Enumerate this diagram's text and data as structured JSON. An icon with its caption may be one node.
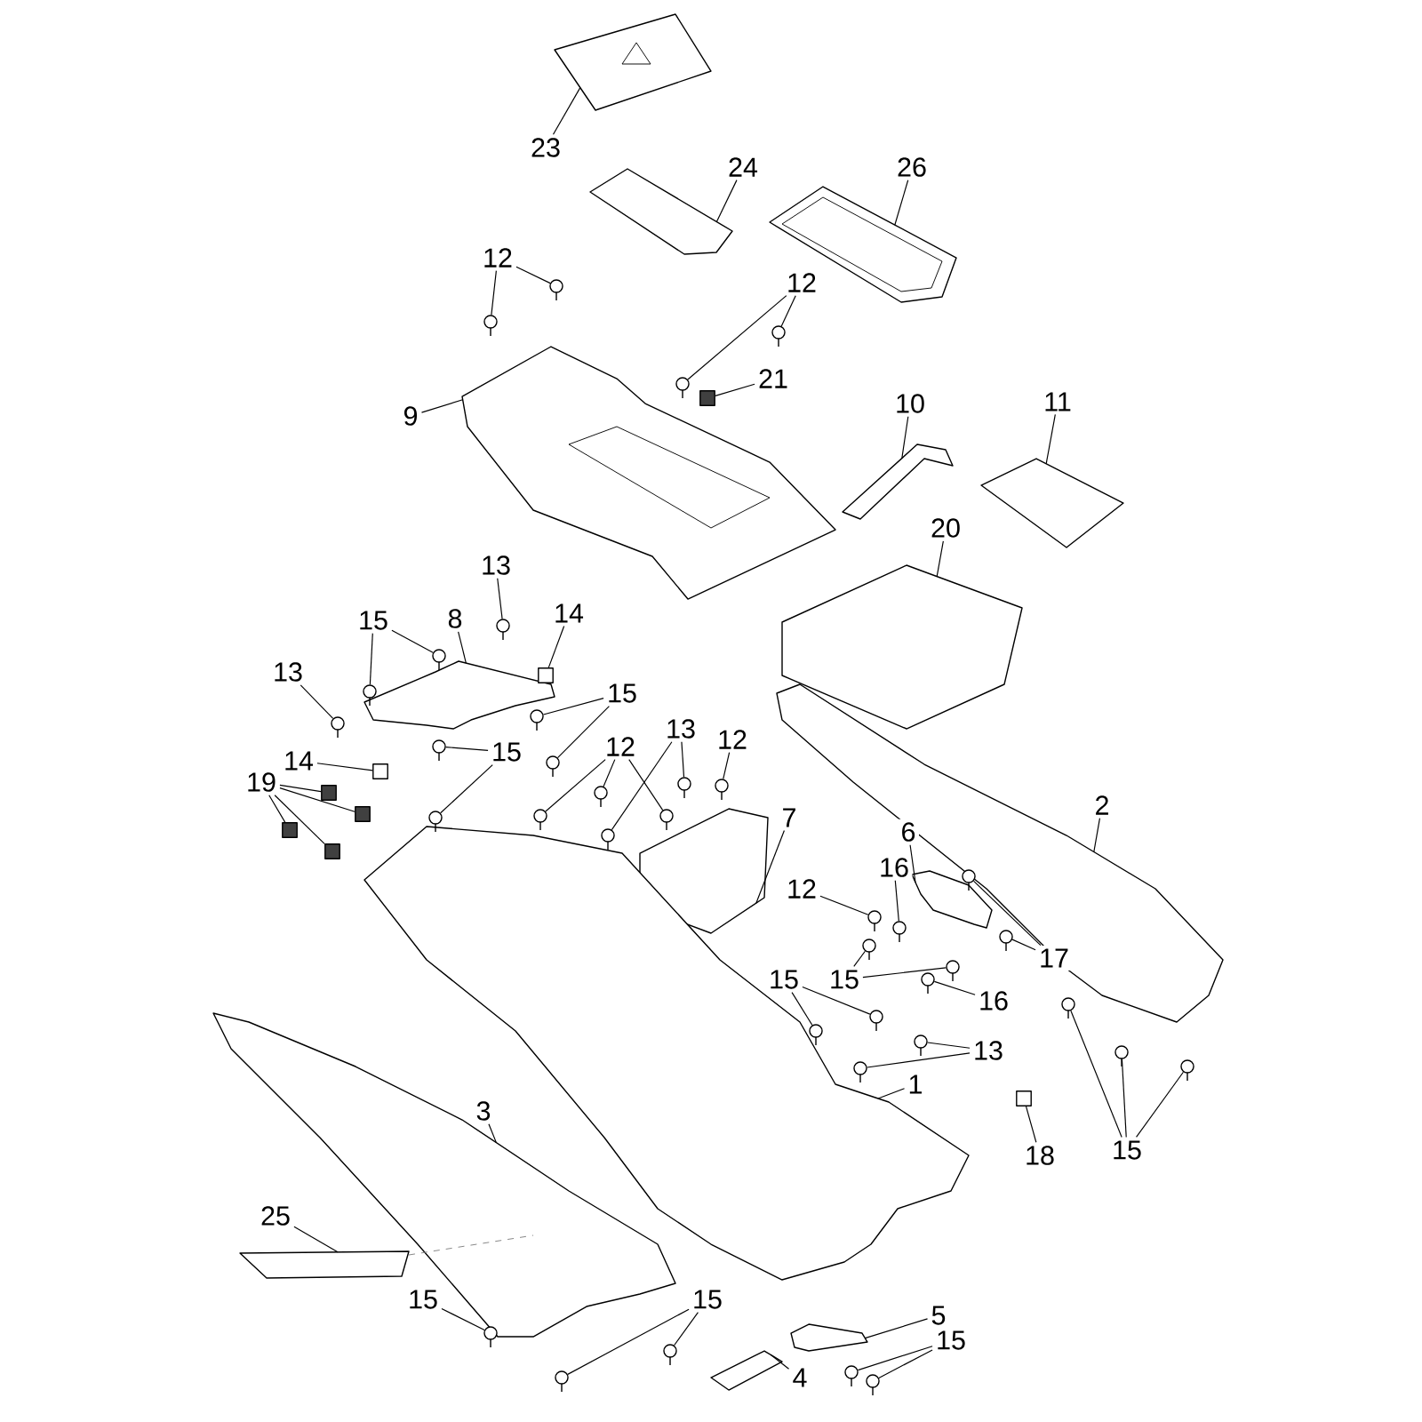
{
  "diagram": {
    "nodes": [
      {
        "text": [
          "23"
        ]
      },
      {
        "text": [
          "24"
        ]
      },
      {
        "text": [
          "26"
        ]
      },
      {
        "text": [
          "12"
        ]
      },
      {
        "text": [
          "12"
        ]
      },
      {
        "text": [
          "21"
        ]
      },
      {
        "text": [
          "9"
        ]
      },
      {
        "text": [
          "10"
        ]
      },
      {
        "text": [
          "11"
        ]
      },
      {
        "text": [
          "20"
        ]
      },
      {
        "text": [
          "13"
        ]
      },
      {
        "text": [
          "15"
        ]
      },
      {
        "text": [
          "8"
        ]
      },
      {
        "text": [
          "14"
        ]
      },
      {
        "text": [
          "13"
        ]
      },
      {
        "text": [
          "15"
        ]
      },
      {
        "text": [
          "15"
        ]
      },
      {
        "text": [
          "14"
        ]
      },
      {
        "text": [
          "19"
        ]
      },
      {
        "text": [
          "12"
        ]
      },
      {
        "text": [
          "13"
        ]
      },
      {
        "text": [
          "12"
        ]
      },
      {
        "text": [
          "7"
        ]
      },
      {
        "text": [
          "2"
        ]
      },
      {
        "text": [
          "6"
        ]
      },
      {
        "text": [
          "16"
        ]
      },
      {
        "text": [
          "12"
        ]
      },
      {
        "text": [
          "17"
        ]
      },
      {
        "text": [
          "15"
        ]
      },
      {
        "text": [
          "16"
        ]
      },
      {
        "text": [
          "15"
        ]
      },
      {
        "text": [
          "13"
        ]
      },
      {
        "text": [
          "1"
        ]
      },
      {
        "text": [
          "3"
        ]
      },
      {
        "text": [
          "18"
        ]
      },
      {
        "text": [
          "15"
        ]
      },
      {
        "text": [
          "25"
        ]
      },
      {
        "text": [
          "15"
        ]
      },
      {
        "text": [
          "15"
        ]
      },
      {
        "text": [
          "5"
        ]
      },
      {
        "text": [
          "15"
        ]
      },
      {
        "text": [
          "4"
        ]
      },
      {
        "text": [],
        "shape": "picture"
      },
      {
        "text": [],
        "shape": "picture"
      },
      {
        "text": [],
        "shape": "picture"
      },
      {
        "text": [],
        "shape": "picture"
      },
      {
        "text": [],
        "shape": "picture"
      },
      {
        "text": [],
        "shape": "picture"
      },
      {
        "text": [],
        "shape": "picture"
      },
      {
        "text": [],
        "shape": "box"
      },
      {
        "text": [],
        "shape": "picture"
      },
      {
        "text": [],
        "shape": "picture"
      },
      {
        "text": [],
        "shape": "picture"
      },
      {
        "text": [],
        "shape": "picture"
      },
      {
        "text": [],
        "shape": "picture"
      },
      {
        "text": [],
        "shape": "picture"
      },
      {
        "text": [],
        "shape": "picture"
      },
      {
        "text": [],
        "shape": "picture"
      },
      {
        "text": [],
        "shape": "box"
      },
      {
        "text": [],
        "shape": "picture"
      },
      {
        "text": [],
        "shape": "picture"
      },
      {
        "text": [],
        "shape": "picture"
      },
      {
        "text": [],
        "shape": "picture"
      },
      {
        "text": [],
        "shape": "picture"
      },
      {
        "text": [],
        "shape": "box"
      },
      {
        "text": [],
        "shape": "box"
      },
      {
        "text": [],
        "shape": "box"
      },
      {
        "text": [],
        "shape": "box"
      },
      {
        "text": [],
        "shape": "box"
      },
      {
        "text": [],
        "shape": "picture"
      },
      {
        "text": [],
        "shape": "picture"
      },
      {
        "text": [],
        "shape": "picture"
      },
      {
        "text": [],
        "shape": "picture"
      },
      {
        "text": [],
        "shape": "picture"
      },
      {
        "text": [],
        "shape": "picture"
      },
      {
        "text": [],
        "shape": "picture"
      },
      {
        "text": [],
        "shape": "picture"
      },
      {
        "text": [],
        "shape": "picture"
      },
      {
        "text": [],
        "shape": "picture"
      },
      {
        "text": [],
        "shape": "picture"
      },
      {
        "text": [],
        "shape": "picture"
      },
      {
        "text": [],
        "shape": "picture"
      },
      {
        "text": [],
        "shape": "picture"
      },
      {
        "text": [],
        "shape": "picture"
      },
      {
        "text": [],
        "shape": "picture"
      },
      {
        "text": [],
        "shape": "picture"
      },
      {
        "text": [],
        "shape": "picture"
      },
      {
        "text": [],
        "shape": "picture"
      },
      {
        "text": [],
        "shape": "picture"
      },
      {
        "text": [],
        "shape": "picture"
      },
      {
        "text": [],
        "shape": "picture"
      },
      {
        "text": [],
        "shape": "box"
      },
      {
        "text": [],
        "shape": "picture"
      },
      {
        "text": [],
        "shape": "picture"
      },
      {
        "text": [],
        "shape": "picture"
      },
      {
        "text": [],
        "shape": "picture"
      },
      {
        "text": [],
        "shape": "picture"
      },
      {
        "text": [],
        "shape": "picture"
      },
      {
        "text": [],
        "shape": "picture"
      },
      {
        "text": [],
        "shape": "picture"
      },
      {
        "text": [],
        "shape": "picture"
      },
      {
        "text": [],
        "shape": "picture"
      },
      {
        "text": [],
        "shape": "picture"
      }
    ],
    "edges": [
      {
        "from": 0,
        "to": 42,
        "arrow": "none"
      },
      {
        "from": 1,
        "to": 43,
        "arrow": "none"
      },
      {
        "from": 2,
        "to": 44,
        "arrow": "none"
      },
      {
        "from": 3,
        "to": 45,
        "arrow": "none"
      },
      {
        "from": 3,
        "to": 46,
        "arrow": "none"
      },
      {
        "from": 4,
        "to": 47,
        "arrow": "none"
      },
      {
        "from": 4,
        "to": 48,
        "arrow": "none"
      },
      {
        "from": 5,
        "to": 49,
        "arrow": "none"
      },
      {
        "from": 6,
        "to": 50,
        "arrow": "none"
      },
      {
        "from": 7,
        "to": 51,
        "arrow": "none"
      },
      {
        "from": 8,
        "to": 52,
        "arrow": "none"
      },
      {
        "from": 9,
        "to": 53,
        "arrow": "none"
      },
      {
        "from": 10,
        "to": 54,
        "arrow": "none"
      },
      {
        "from": 11,
        "to": 55,
        "arrow": "none"
      },
      {
        "from": 11,
        "to": 56,
        "arrow": "none"
      },
      {
        "from": 12,
        "to": 57,
        "arrow": "none"
      },
      {
        "from": 13,
        "to": 58,
        "arrow": "none"
      },
      {
        "from": 14,
        "to": 59,
        "arrow": "none"
      },
      {
        "from": 15,
        "to": 60,
        "arrow": "none"
      },
      {
        "from": 15,
        "to": 61,
        "arrow": "none"
      },
      {
        "from": 16,
        "to": 62,
        "arrow": "none"
      },
      {
        "from": 16,
        "to": 63,
        "arrow": "none"
      },
      {
        "from": 17,
        "to": 64,
        "arrow": "none"
      },
      {
        "from": 18,
        "to": 65,
        "arrow": "none"
      },
      {
        "from": 18,
        "to": 66,
        "arrow": "none"
      },
      {
        "from": 18,
        "to": 67,
        "arrow": "none"
      },
      {
        "from": 18,
        "to": 68,
        "arrow": "none"
      },
      {
        "from": 19,
        "to": 69,
        "arrow": "none"
      },
      {
        "from": 19,
        "to": 70,
        "arrow": "none"
      },
      {
        "from": 19,
        "to": 71,
        "arrow": "none"
      },
      {
        "from": 20,
        "to": 72,
        "arrow": "none"
      },
      {
        "from": 20,
        "to": 73,
        "arrow": "none"
      },
      {
        "from": 21,
        "to": 74,
        "arrow": "none"
      },
      {
        "from": 22,
        "to": 75,
        "arrow": "none"
      },
      {
        "from": 23,
        "to": 76,
        "arrow": "none"
      },
      {
        "from": 24,
        "to": 77,
        "arrow": "none"
      },
      {
        "from": 25,
        "to": 78,
        "arrow": "none"
      },
      {
        "from": 26,
        "to": 79,
        "arrow": "none"
      },
      {
        "from": 27,
        "to": 80,
        "arrow": "none"
      },
      {
        "from": 27,
        "to": 81,
        "arrow": "none"
      },
      {
        "from": 28,
        "to": 82,
        "arrow": "none"
      },
      {
        "from": 28,
        "to": 83,
        "arrow": "none"
      },
      {
        "from": 29,
        "to": 84,
        "arrow": "none"
      },
      {
        "from": 30,
        "to": 85,
        "arrow": "none"
      },
      {
        "from": 30,
        "to": 86,
        "arrow": "none"
      },
      {
        "from": 31,
        "to": 87,
        "arrow": "none"
      },
      {
        "from": 31,
        "to": 88,
        "arrow": "none"
      },
      {
        "from": 32,
        "to": 89,
        "arrow": "none"
      },
      {
        "from": 33,
        "to": 90,
        "arrow": "none"
      },
      {
        "from": 34,
        "to": 91,
        "arrow": "none"
      },
      {
        "from": 35,
        "to": 92,
        "arrow": "none"
      },
      {
        "from": 35,
        "to": 93,
        "arrow": "none"
      },
      {
        "from": 35,
        "to": 94,
        "arrow": "none"
      },
      {
        "from": 36,
        "to": 95,
        "arrow": "none"
      },
      {
        "from": 37,
        "to": 96,
        "arrow": "none"
      },
      {
        "from": 38,
        "to": 97,
        "arrow": "none"
      },
      {
        "from": 38,
        "to": 98,
        "arrow": "none"
      },
      {
        "from": 39,
        "to": 99,
        "arrow": "none"
      },
      {
        "from": 40,
        "to": 100,
        "arrow": "none"
      },
      {
        "from": 40,
        "to": 101,
        "arrow": "none"
      },
      {
        "from": 41,
        "to": 102,
        "arrow": "none"
      }
    ]
  }
}
